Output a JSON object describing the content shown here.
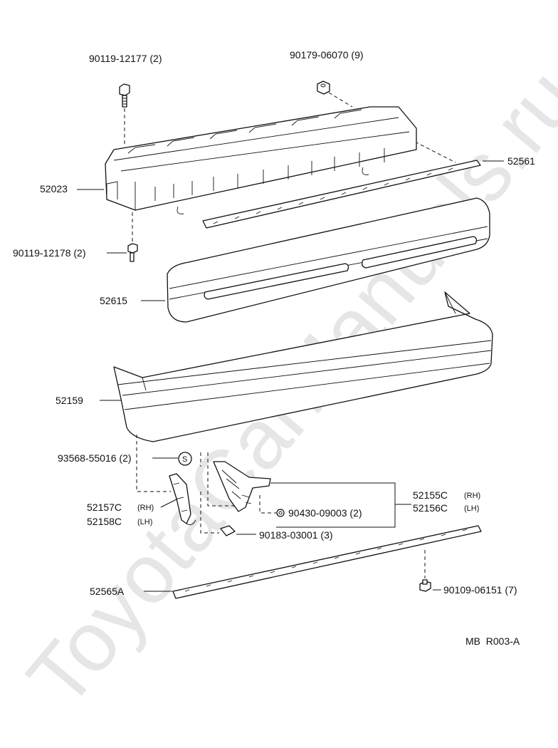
{
  "watermark": "ToyotaCarManuals.ru",
  "diagram_code": "MB  R003-A",
  "labels": {
    "bolt_upper": "90119-12177 (2)",
    "nut_upper": "90179-06070 (9)",
    "retainer_upper": "52561",
    "reinforcement": "52023",
    "bolt_lower": "90119-12178 (2)",
    "absorber": "52615",
    "bumper_cover": "52159",
    "seal_clip": "93568-55016 (2)",
    "seal_symbol": "S",
    "bracket_rh_num": "52157C",
    "bracket_rh_side": "(RH)",
    "bracket_lh_num": "52158C",
    "bracket_lh_side": "(LH)",
    "side_rh_num": "52155C",
    "side_rh_side": "(RH)",
    "side_lh_num": "52156C",
    "side_lh_side": "(LH)",
    "nut_side": "90430-09003 (2)",
    "clip": "90183-03001 (3)",
    "retainer_lower": "52565A",
    "bolt_retainer": "90109-06151 (7)"
  }
}
